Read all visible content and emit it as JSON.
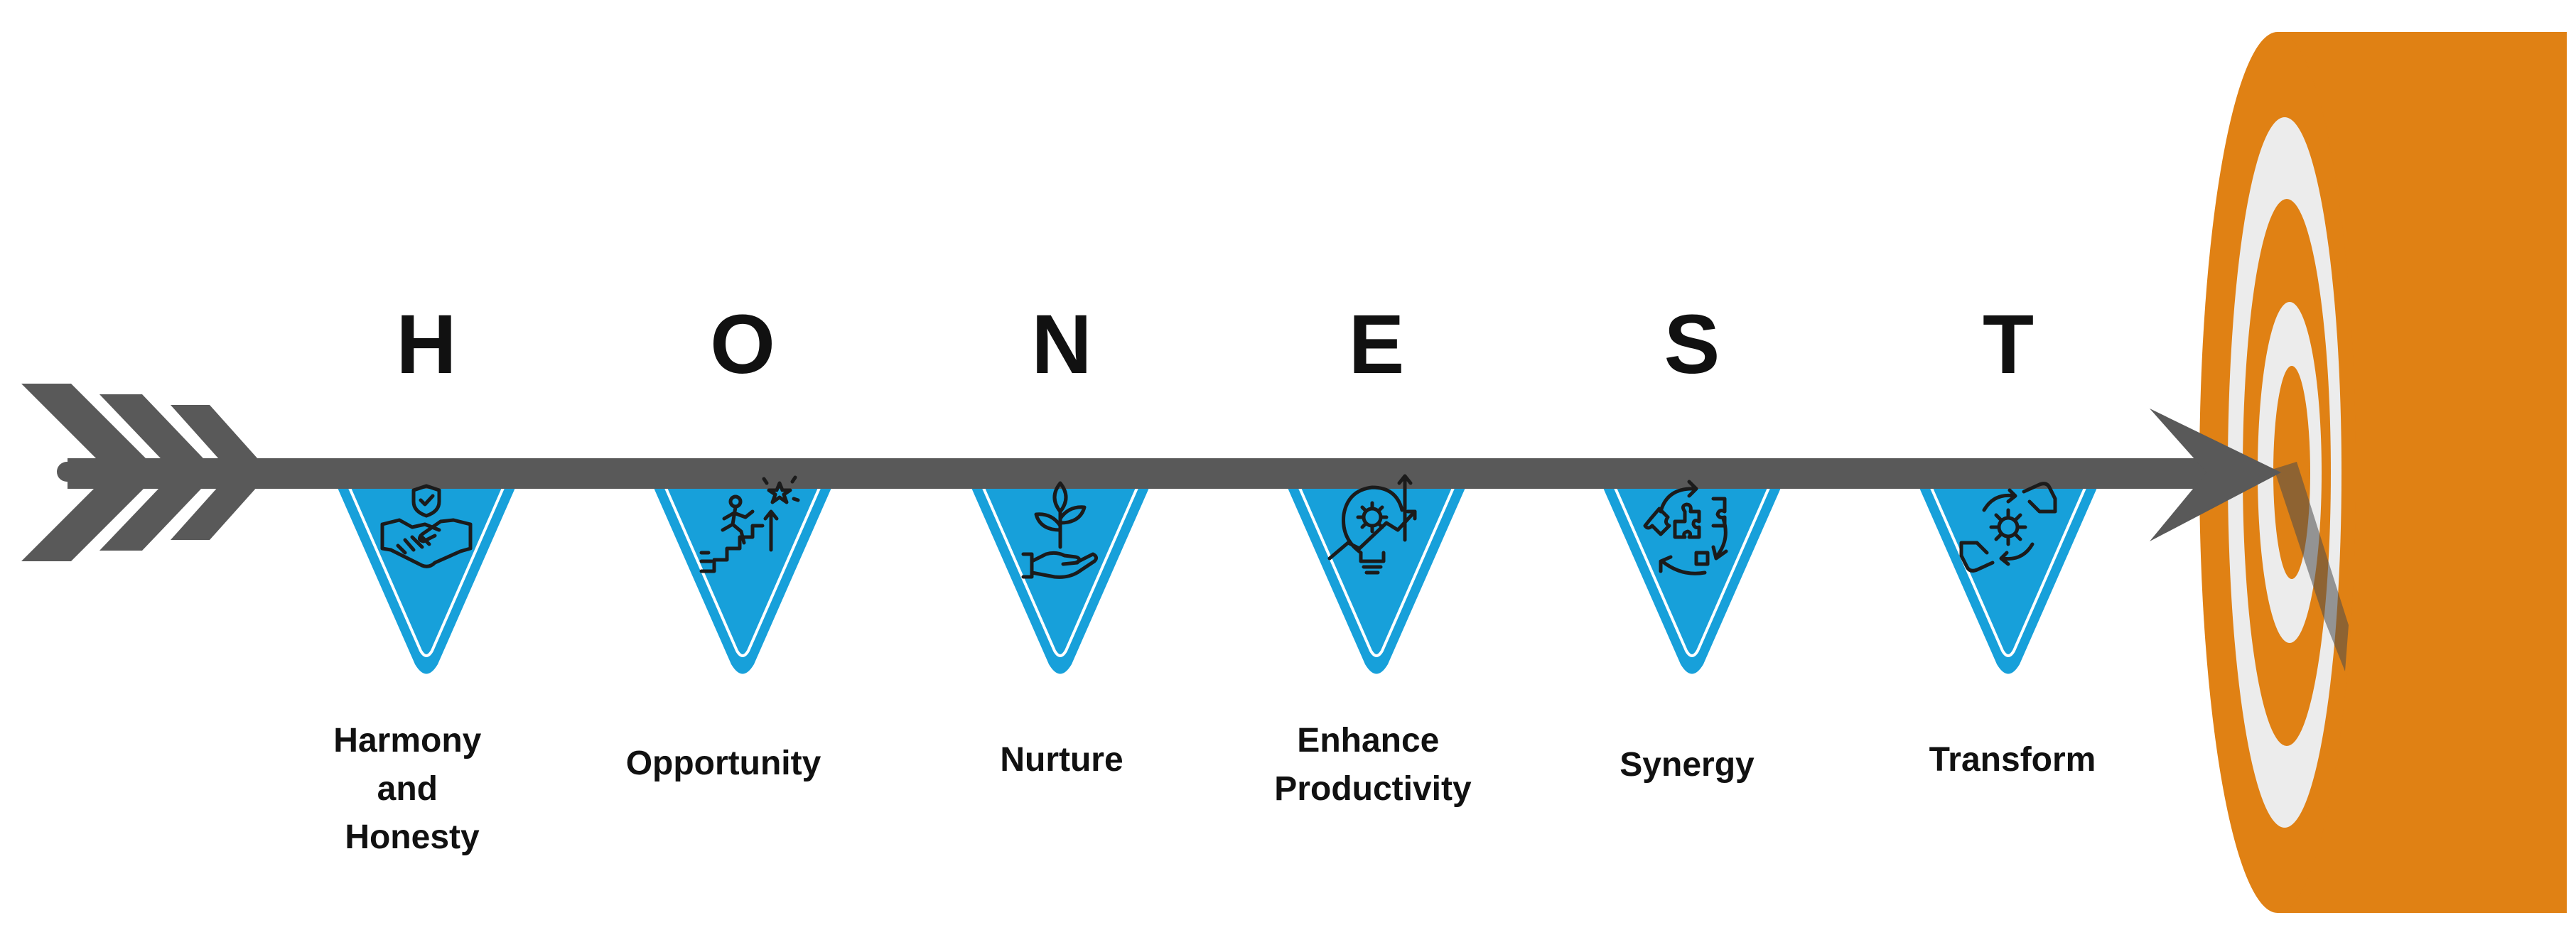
{
  "acronym": {
    "letters": [
      "H",
      "O",
      "N",
      "E",
      "S",
      "T"
    ]
  },
  "steps": [
    {
      "letter": "H",
      "label_lines": [
        "Harmony",
        "and",
        "Honesty"
      ],
      "icon": "handshake-shield-icon"
    },
    {
      "letter": "O",
      "label_lines": [
        "Opportunity"
      ],
      "icon": "climbing-stairs-star-icon"
    },
    {
      "letter": "N",
      "label_lines": [
        "Nurture"
      ],
      "icon": "plant-in-hand-icon"
    },
    {
      "letter": "E",
      "label_lines": [
        "Enhance",
        "Productivity"
      ],
      "icon": "lightbulb-gear-growth-icon"
    },
    {
      "letter": "S",
      "label_lines": [
        "Synergy"
      ],
      "icon": "puzzle-cycle-icon"
    },
    {
      "letter": "T",
      "label_lines": [
        "Transform"
      ],
      "icon": "hands-gear-cycle-icon"
    }
  ],
  "colors": {
    "arrow": "#595959",
    "pennant": "#17a0da",
    "pennant_outline": "#ffffff",
    "target_orange": "#e08114",
    "target_ring_light": "#ececec",
    "text": "#111111"
  }
}
